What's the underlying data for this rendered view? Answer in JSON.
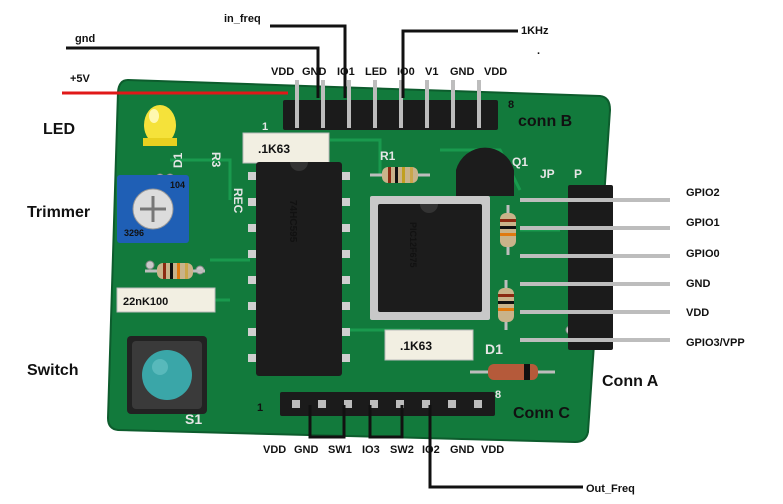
{
  "board": {
    "pcb_color": "#127a3c",
    "silkscreen": {
      "pin1_b": "1",
      "pin8_b": "8",
      "pin1_c": "1",
      "pin8_c": "8",
      "d1": "D1",
      "s1": "S1",
      "r1": "R1",
      "r3": "R3",
      "rec": "REC",
      "q1": "Q1",
      "jp": "JP",
      "p": "P",
      "rd1": "D1"
    },
    "parts": {
      "trimpot_top": "104",
      "trimpot_side": "3296",
      "chip_large": "74HC595",
      "chip_small": "PIC12F675",
      "res_box_top": ".1K63",
      "res_box_bottom": ".1K63",
      "res_box_left": "22nK100"
    }
  },
  "labels": {
    "gnd": "gnd",
    "vplus": "+5V",
    "in_freq": "in_freq",
    "khz": "1KHz",
    "dot": ".",
    "led": "LED",
    "trimmer": "Trimmer",
    "switch": "Switch",
    "conn_b": "conn B",
    "conn_a": "Conn A",
    "conn_c": "Conn C",
    "out_freq": "Out_Freq"
  },
  "conn_b_pins": [
    "VDD",
    "GND",
    "IO1",
    "LED",
    "IO0",
    "V1",
    "GND",
    "VDD"
  ],
  "conn_a_pins": [
    "GPIO2",
    "GPIO1",
    "GPIO0",
    "GND",
    "VDD",
    "GPIO3/VPP"
  ],
  "conn_c_pins": [
    "VDD",
    "GND",
    "SW1",
    "IO3",
    "SW2",
    "IO2",
    "GND",
    "VDD"
  ],
  "colors": {
    "vplus_wire": "#e01818",
    "led_yellow": "#f5e23a",
    "trimpot_blue": "#1f5fb5",
    "button_teal": "#3aa6a8"
  }
}
